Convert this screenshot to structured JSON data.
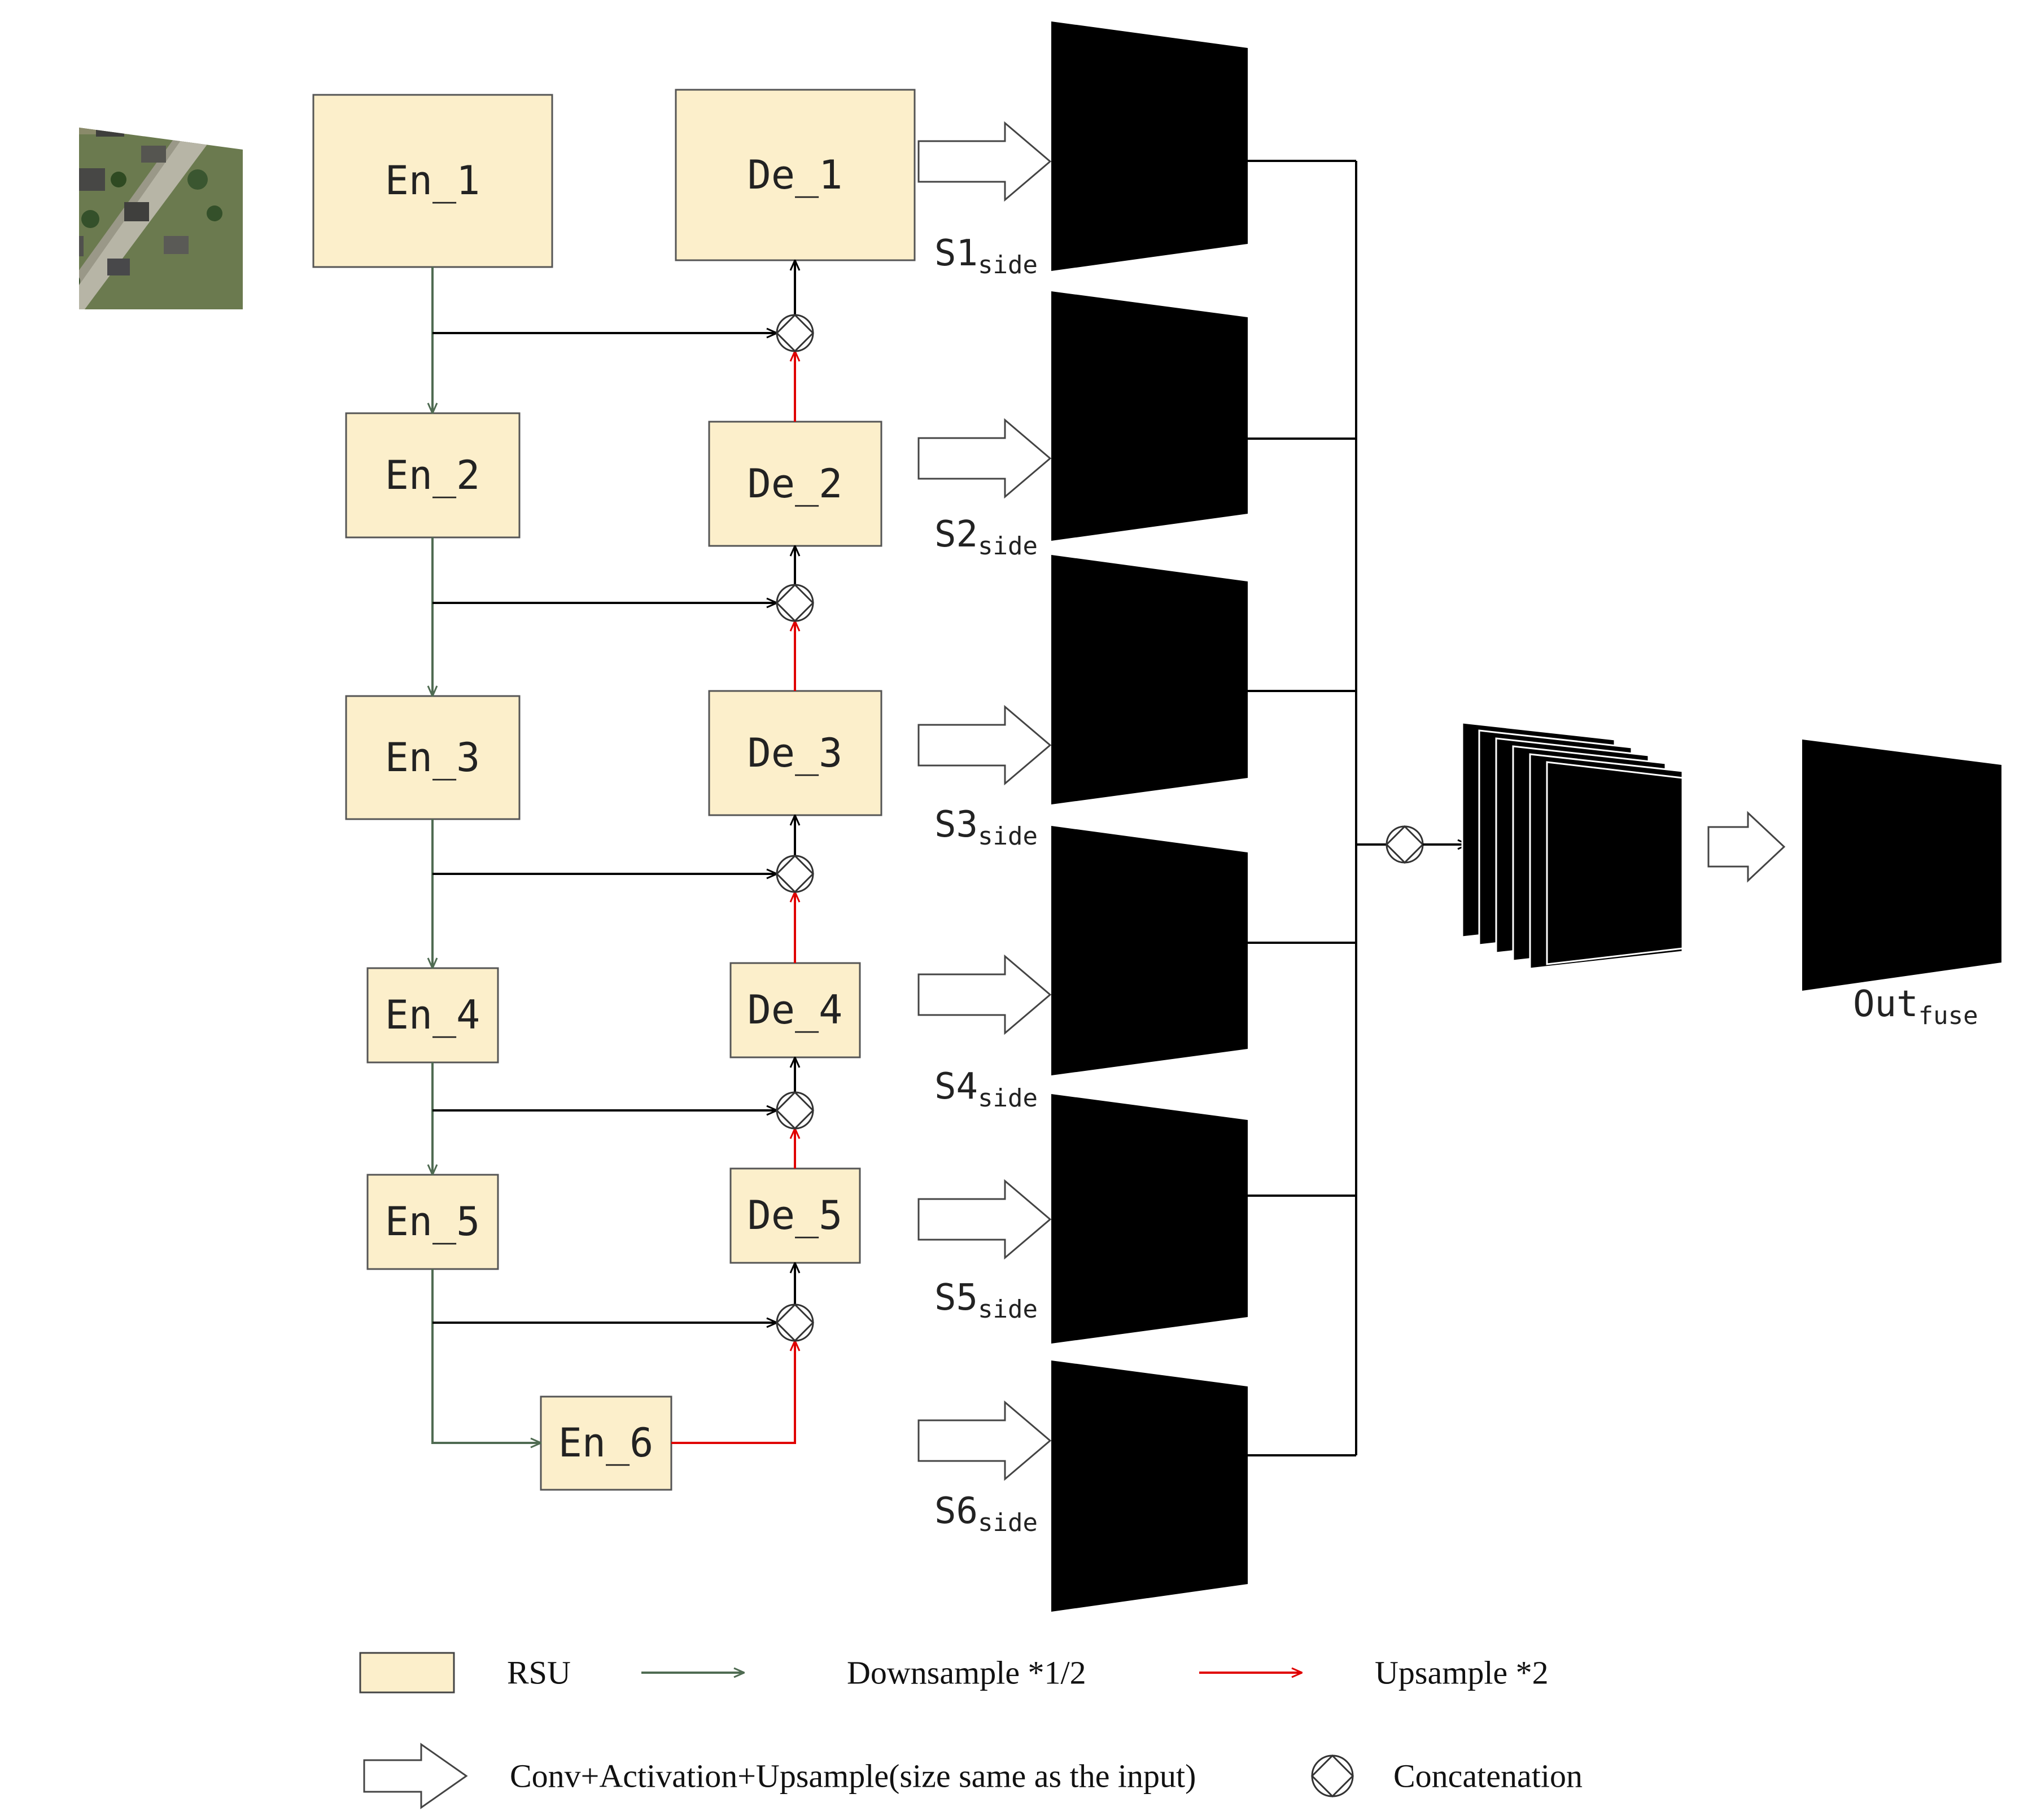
{
  "encoders": [
    "En_1",
    "En_2",
    "En_3",
    "En_4",
    "En_5",
    "En_6"
  ],
  "decoders": [
    "De_1",
    "De_2",
    "De_3",
    "De_4",
    "De_5"
  ],
  "side_outputs": [
    {
      "base": "S1",
      "sub": "side"
    },
    {
      "base": "S2",
      "sub": "side"
    },
    {
      "base": "S3",
      "sub": "side"
    },
    {
      "base": "S4",
      "sub": "side"
    },
    {
      "base": "S5",
      "sub": "side"
    },
    {
      "base": "S6",
      "sub": "side"
    }
  ],
  "fused_output": {
    "base": "Out",
    "sub": "fuse"
  },
  "legend": {
    "rsu": "RSU",
    "downsample": "Downsample *1/2",
    "upsample": "Upsample *2",
    "conv": "Conv+Activation+Upsample(size same as the input)",
    "concat": "Concatenation"
  },
  "colors": {
    "rsu_fill": "#fcefcb",
    "downsample_arrow": "#4f6b52",
    "upsample_arrow": "#e00000",
    "skip_arrow": "#000000",
    "aerial_base": "#6b7a4f"
  }
}
